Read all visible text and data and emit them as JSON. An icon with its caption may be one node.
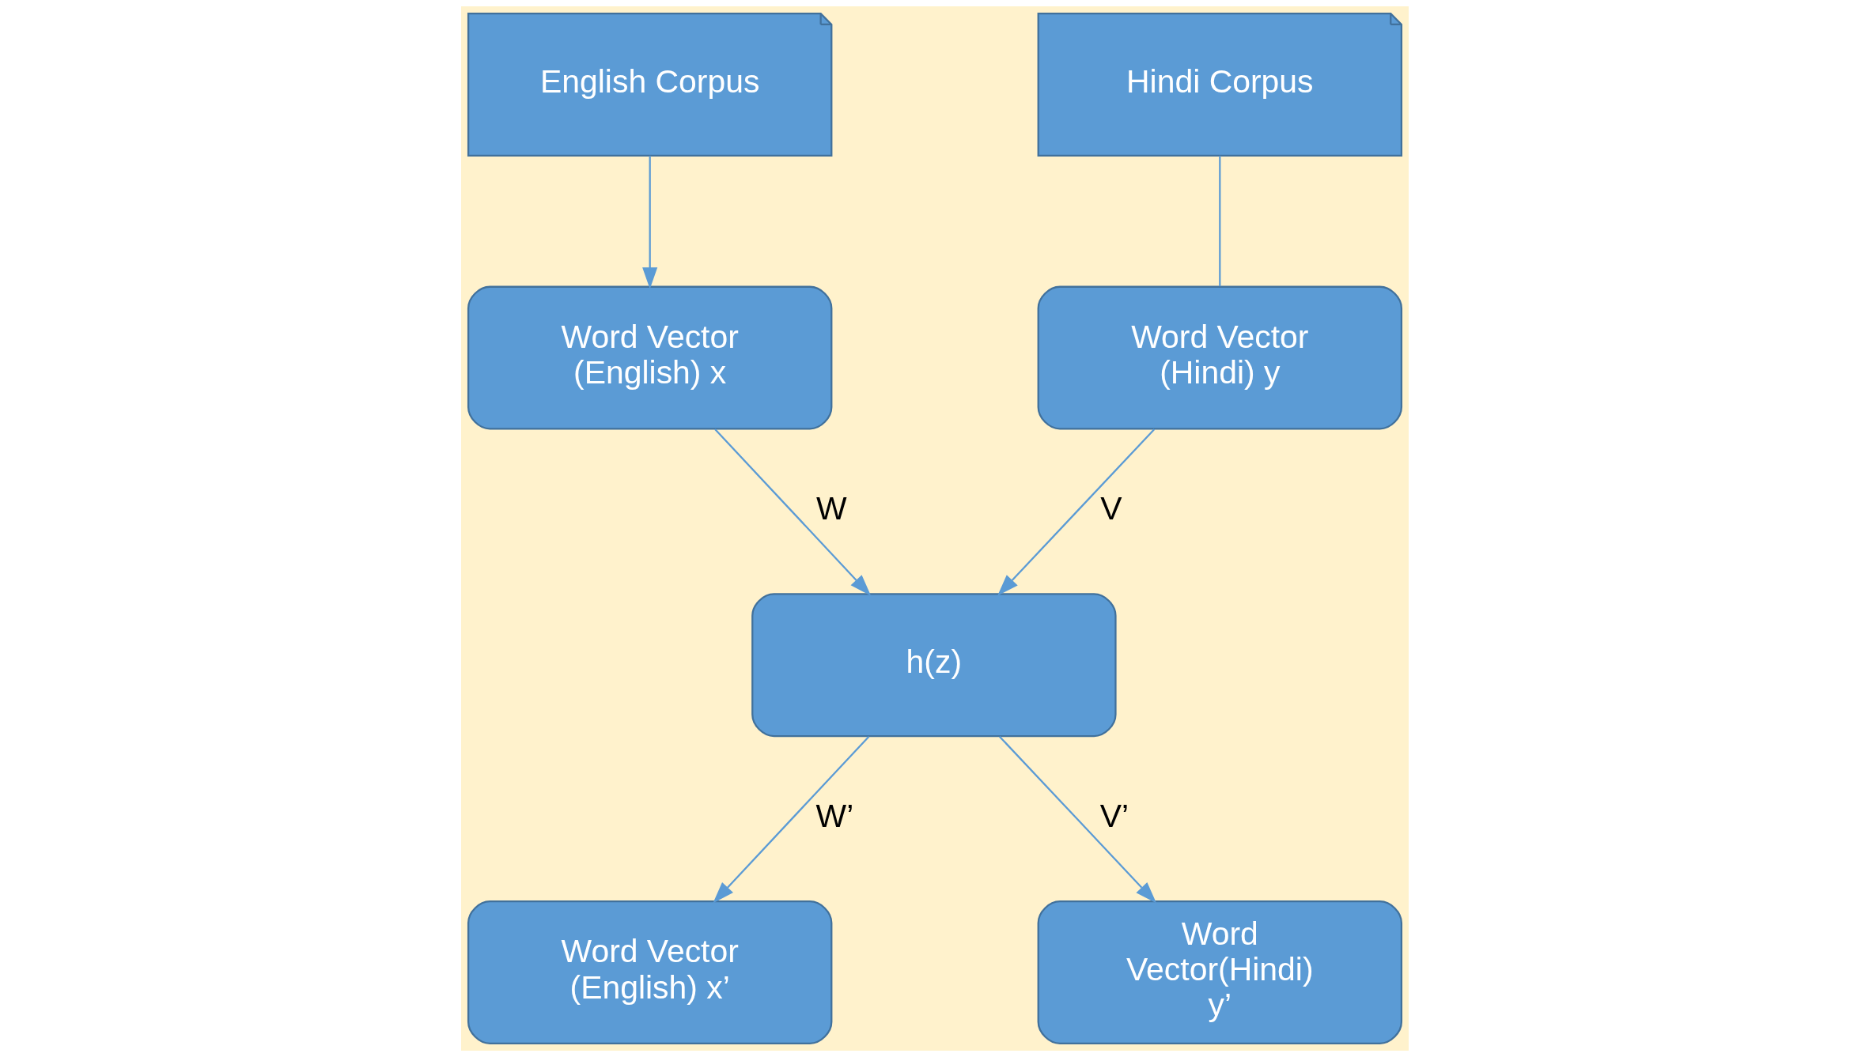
{
  "diagram": {
    "nodes": [
      {
        "text": [
          "English Corpus"
        ]
      },
      {
        "text": [
          "Hindi Corpus"
        ]
      },
      {
        "text": [
          "Word Vector (English) x"
        ]
      },
      {
        "text": [
          "Word Vector (Hindi) y"
        ]
      },
      {
        "text": [
          "h(z)"
        ]
      },
      {
        "text": [
          "Word Vector (English) x’"
        ]
      },
      {
        "text": [
          "Word Vector(Hindi) y’"
        ]
      }
    ],
    "edges": [
      {
        "from": 0,
        "to": 2,
        "arrow": "to"
      },
      {
        "from": 1,
        "to": 3,
        "arrow": "none"
      },
      {
        "from": 2,
        "to": 4,
        "arrow": "to",
        "label": "W"
      },
      {
        "from": 3,
        "to": 4,
        "arrow": "to",
        "label": "V"
      },
      {
        "from": 4,
        "to": 5,
        "arrow": "to",
        "label": "W’"
      },
      {
        "from": 4,
        "to": 6,
        "arrow": "to",
        "label": "V’"
      }
    ]
  }
}
